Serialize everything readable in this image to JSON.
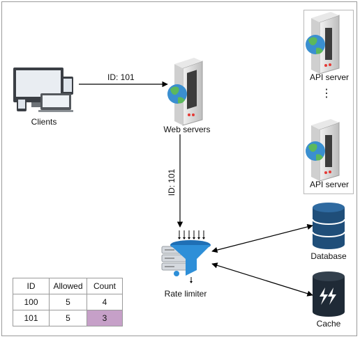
{
  "diagram": {
    "clients_label": "Clients",
    "web_servers_label": "Web servers",
    "api_server_top_label": "API server",
    "api_server_bottom_label": "API server",
    "api_ellipsis": "⋮",
    "rate_limiter_label": "Rate limiter",
    "database_label": "Database",
    "cache_label": "Cache",
    "edge_clients_web": "ID: 101",
    "edge_web_limiter": "ID: 101"
  },
  "table": {
    "headers": [
      "ID",
      "Allowed",
      "Count"
    ],
    "rows": [
      [
        "100",
        "5",
        "4"
      ],
      [
        "101",
        "5",
        "3"
      ]
    ],
    "highlight_color": "#c6a0c8"
  },
  "colors": {
    "server_body": "#d8d8d8",
    "globe_blue": "#3a8fd0",
    "globe_green": "#5cb85c",
    "database_fill": "#1f4e79",
    "cache_fill": "#1f2a36",
    "funnel": "#2e8fd8"
  }
}
